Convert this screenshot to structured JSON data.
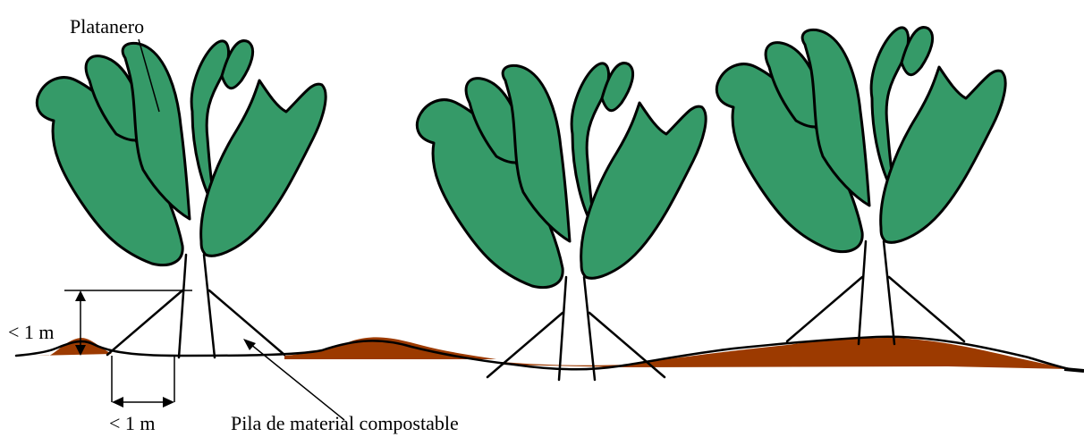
{
  "labels": {
    "plant": "Platanero",
    "height": "< 1 m",
    "width": "< 1 m",
    "pile": "Pila de material compostable"
  },
  "colors": {
    "leaf": "#359a68",
    "soil": "#9c3a00",
    "outline": "#000000"
  }
}
